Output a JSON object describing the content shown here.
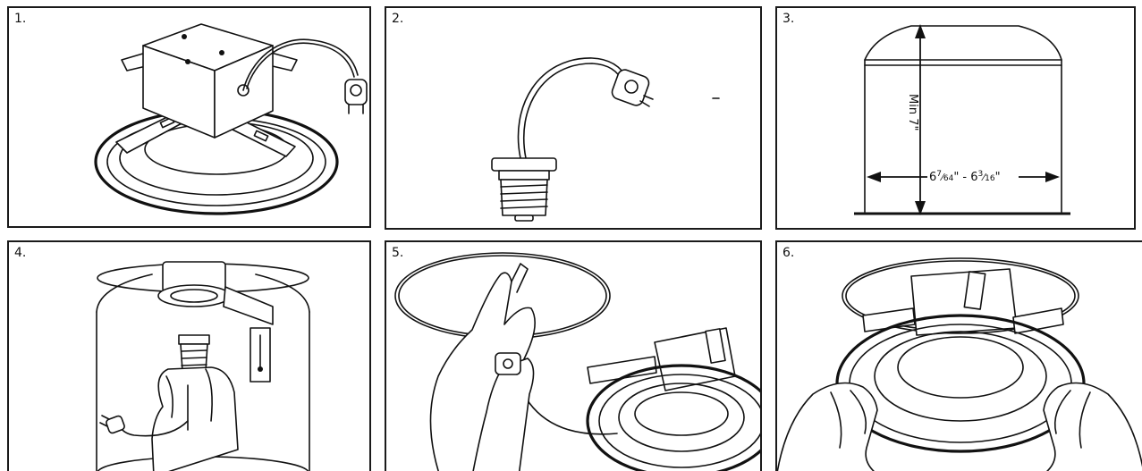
{
  "steps": [
    {
      "number": "1.",
      "icon": "recessed-light-fixture-with-junction-box"
    },
    {
      "number": "2.",
      "icon": "socket-adapter-with-connector"
    },
    {
      "number": "3.",
      "icon": "recessed-can-dimensions"
    },
    {
      "number": "4.",
      "icon": "screw-adapter-into-socket"
    },
    {
      "number": "5.",
      "icon": "connect-plug-to-fixture"
    },
    {
      "number": "6.",
      "icon": "push-fixture-into-can"
    }
  ],
  "dimensions": {
    "height": "Min 7\"",
    "width_prefix": "6",
    "width_frac1_num": "7",
    "width_frac1_den": "64",
    "width_sep": "\" - 6",
    "width_frac2_num": "3",
    "width_frac2_den": "16",
    "width_suffix": "\""
  }
}
